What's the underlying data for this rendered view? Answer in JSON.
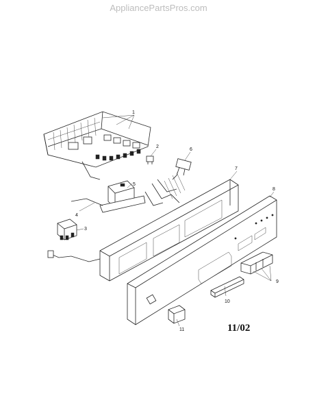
{
  "watermark": "AppliancePartsPros.com",
  "date_code": "11/02",
  "callouts": [
    "1",
    "2",
    "3",
    "4",
    "5",
    "6",
    "7",
    "8",
    "9",
    "10",
    "11"
  ]
}
